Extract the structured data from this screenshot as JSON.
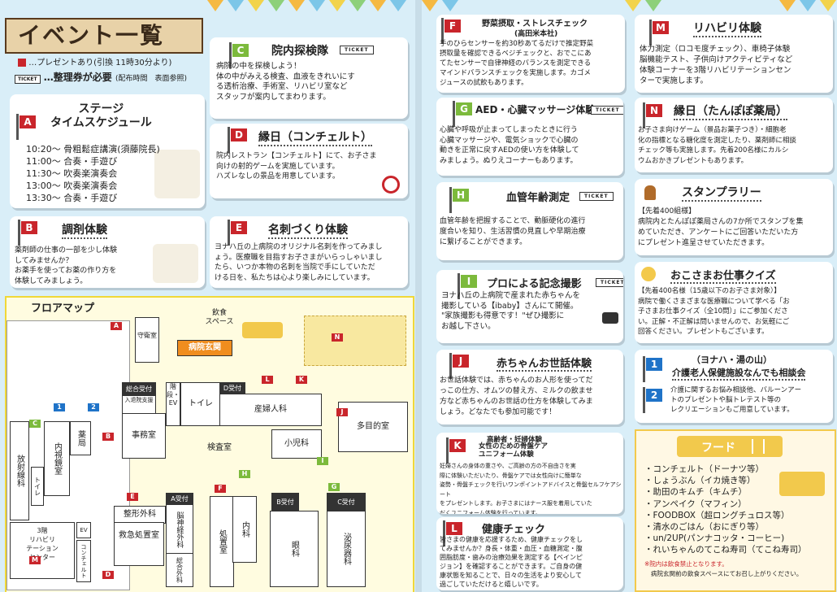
{
  "header": {
    "title": "イベント一覧",
    "note_present": "…プレゼントあり(引換 11時30分より)",
    "note_ticket": "…整理券が必要",
    "note_ticket_small": "(配布時間　表面参照)",
    "ticket_label": "TICKET"
  },
  "cards": {
    "A": {
      "letter": "A",
      "title": "ステージ\nタイムスケジュール",
      "schedule": "10:20～ 骨粗鬆症講演(須藤院長)\n11:00～ 合奏・手遊び\n11:30～ 吹奏楽演奏会\n13:00～ 吹奏楽演奏会\n13:30～ 合奏・手遊び"
    },
    "B": {
      "letter": "B",
      "title": "調剤体験",
      "body": "薬剤師の仕事の一部を少し体験\nしてみませんか？\nお薬手を使ってお薬の作り方を\n体験してみましょう。"
    },
    "C": {
      "letter": "C",
      "title": "院内探検隊",
      "body": "病院の中を探検しよう！\n体の中がみえる検査、血液をきれいにす\nる透析治療、手術室、リハビリ室など\nスタッフが案内してまわります。"
    },
    "D": {
      "letter": "D",
      "title": "縁日（コンチェルト）",
      "body": "院内レストラン【コンチェルト】にて、お子さま\n向けの射的ゲームを実施しています。\nハズレなしの景品を用意しています。"
    },
    "E": {
      "letter": "E",
      "title": "名刺づくり体験",
      "body": "ヨナハ丘の上病院のオリジナル名刺を作ってみまし\nょう。医療職を目指すお子さまがいらっしゃいまし\nたら、いつか本物の名刺を当院で手にしていただ\nける日を、私たちは心より楽しみにしています。"
    },
    "F": {
      "letter": "F",
      "title": "野菜摂取・ストレスチェック",
      "subtitle": "(高田米本社)",
      "body": "手のひらセンサーを約30秒あてるだけで推定野菜\n摂取量を確認できるベジチェックと、おでこにあ\nてたセンサーで自律神経のバランスを測定できる\nマインドバランスチェックを実施します。カゴメ\nジュースの試飲もあります。"
    },
    "G": {
      "letter": "G",
      "title": "AED・心臓マッサージ体験",
      "body": "心臓や呼吸が止まってしまったときに行う\n心臓マッサージや、電気ショックで心臓の\n動きを正常に戻すAEDの使い方を体験して\nみましょう。ぬりえコーナーもあります。"
    },
    "H": {
      "letter": "H",
      "title": "血管年齢測定",
      "body": "血管年齢を把握することで、動脈硬化の進行\n度合いを知り、生活習慣の見直しや早期治療\nに繋げることができます。"
    },
    "I": {
      "letter": "I",
      "title": "プロによる記念撮影",
      "body": "ヨナハ丘の上病院で産まれた赤ちゃんを\n撮影している【ibaby】さんにて開催。\n\"家族撮影も得意です！\"ぜひ撮影に\nお越し下さい。"
    },
    "J": {
      "letter": "J",
      "title": "赤ちゃんお世話体験",
      "body": "お世話体験では、赤ちゃんのお人形を使ってだ\nっこの仕方、オムツの替え方、ミルクの飲ませ\n方など赤ちゃんのお世話の仕方を体験してみま\nしょう。どなたでも参加可能です！"
    },
    "K": {
      "letter": "K",
      "title": "高齢者・妊婦体験",
      "subtitle": "女性のための骨盤ケア\nユニフォーム体験",
      "body": "妊婦さんの身体の重さや、ご高齢の方の不自由さを実\n際に体験いただいたり、骨盤ケアでは女性向けに簡単な\n姿勢・骨盤チェックを行いワンポイントアドバイスと骨盤セルフケアシート\nをプレゼントします。お子さまにはナース服を着用していた\nだくユニフォーム体験を行っています。"
    },
    "L": {
      "letter": "L",
      "title": "健康チェック",
      "body": "皆さまの健康を応援するため、健康チェックをし\nてみませんか？身長・体重・血圧・血糖測定・腹\n囲脂肪度・歯みの治療効果を測定する【ベインピ\nジョン】を確認することができます。ご自身の健\n康状態を知ることで、日々の生活をより安心して\n過ごしていただけると嬉しいです。"
    },
    "M": {
      "letter": "M",
      "title": "リハビリ体験",
      "body": "体力測定（ロコモ度チェック）、車椅子体験\n脳機能テスト、子供向けアクティビティなど\n体験コーナーを3階リハビリテーションセン\nターで実施します。"
    },
    "N": {
      "letter": "N",
      "title": "縁日（たんぽぽ薬局）",
      "body": "お子さま向けゲーム（景品お菓子つき）・細胞老\n化の指標となる糖化度を測定したり、薬剤師に相談\nチェック等も実施します。先着200名様にカルシ\nウムおかきプレゼントもあります。"
    },
    "stamp": {
      "title": "スタンプラリー",
      "body": "【先着400組様】\n病院内とたんぽぽ薬局さんの7か所でスタンプを集\nめていただき、アンケートにご回答いただいた方\nにプレゼント進呈させていただきます。"
    },
    "quiz": {
      "title": "おこさまお仕事クイズ",
      "body": "【先着400名様（15歳以下のお子さま対象）】\n病院で働くさまざまな医療職について学べる「お\n子さまお仕事クイズ（全10問）」にご参加くださ\nい。正解・不正解は問いませんので、お気軽にご\n回答ください。プレゼントもございます。"
    },
    "kaigo": {
      "title_top": "（ヨナハ・湯の山）",
      "title": "介護老人保健施設なんでも相談会",
      "num1": "1",
      "num2": "2",
      "body": "介護に関するお悩み相談他、バルーンアー\nトのプレゼントや脳トレテスト等の\nレクリエーションもご用意しています。"
    }
  },
  "food": {
    "title": "フード",
    "items": "・コンチェルト（ドーナツ等）\n・しょうぶん（イカ焼き等）\n・助田のキムチ（キムチ）\n・アンペイク（マフィン）\n・FOODBOX（超ロングチュロス等）\n・清水のごはん（おにぎり等）\n・un/2UP(パンナコッタ・コーヒー)\n・れいちゃんのてこね寿司（てこね寿司）",
    "note1": "※院内は飲食禁止となります。",
    "note2": "病院玄関前の飲食スペースにてお召し上がりください。"
  },
  "floormap": {
    "title": "フロアマップ",
    "food_space": "飲食\nスペース",
    "rooms": {
      "guard": "守衛室",
      "entrance": "病院玄関",
      "general_reception": "総合受付",
      "stairs": "階段・EV",
      "toilet": "トイレ",
      "d_reception": "D受付",
      "obgyn": "産婦人科",
      "multi": "多目的室",
      "admission": "入退院支援",
      "office": "事務室",
      "exam": "検査室",
      "pediatrics": "小児科",
      "radiology": "放射線科",
      "endoscopy": "内視鏡室",
      "pharmacy": "薬局",
      "toilet2": "トイレ",
      "ortho": "整形外科",
      "emergency": "救急処置室",
      "a_reception": "A受付",
      "neuro": "脳神経外科",
      "general_surgery": "総合外科",
      "treatment": "処置室",
      "internal": "内科",
      "b_reception": "B受付",
      "ophthalmology": "眼科",
      "c_reception": "C受付",
      "urology": "泌尿器科",
      "floor3": "3階\nリハビリ\nテーション\nセンター",
      "ev": "EV",
      "concerto": "コンチェルト"
    }
  }
}
